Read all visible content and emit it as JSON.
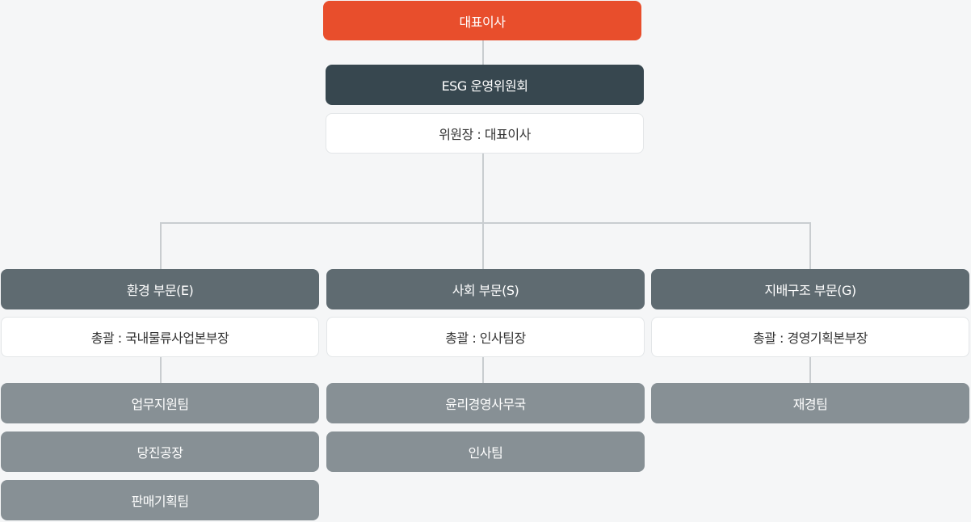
{
  "ceo": {
    "label": "대표이사"
  },
  "committee": {
    "label": "ESG 운영위원회",
    "chair": "위원장 : 대표이사"
  },
  "divisions": [
    {
      "title": "환경 부문(E)",
      "supervisor": "총괄 : 국내물류사업본부장",
      "teams": [
        "업무지원팀",
        "당진공장",
        "판매기획팀"
      ]
    },
    {
      "title": "사회 부문(S)",
      "supervisor": "총괄 : 인사팀장",
      "teams": [
        "윤리경영사무국",
        "인사팀"
      ]
    },
    {
      "title": "지배구조 부문(G)",
      "supervisor": "총괄 : 경영기획본부장",
      "teams": [
        "재경팀"
      ]
    }
  ],
  "colors": {
    "ceo": "#e84e2c",
    "committee": "#37474f",
    "division": "#5f6b71",
    "team": "#879095"
  }
}
